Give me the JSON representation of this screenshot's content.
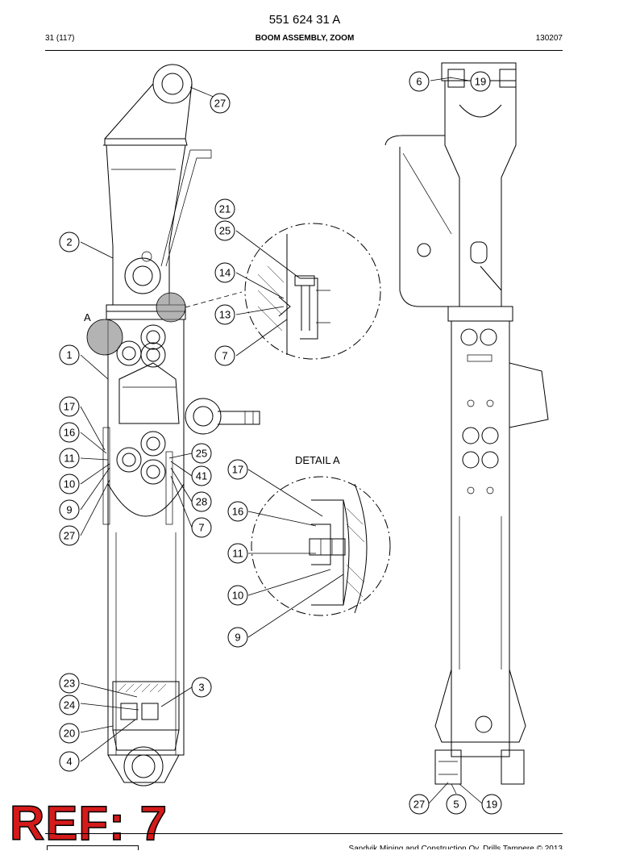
{
  "header": {
    "document_number": "551 624 31 A",
    "page_reference": "31 (117)",
    "title": "BOOM ASSEMBLY, ZOOM",
    "date_code": "130207"
  },
  "footer": {
    "text": "Sandvik Mining and Construction Oy, Drills Tampere © 2013"
  },
  "stamp": {
    "text": "REF: 7",
    "color": "#d41a1a"
  },
  "drawing": {
    "section_marker": "A",
    "detail_title": "DETAIL A",
    "callouts": [
      {
        "label": "27"
      },
      {
        "label": "2"
      },
      {
        "label": "1"
      },
      {
        "label": "17"
      },
      {
        "label": "16"
      },
      {
        "label": "11"
      },
      {
        "label": "10"
      },
      {
        "label": "9"
      },
      {
        "label": "27"
      },
      {
        "label": "25"
      },
      {
        "label": "41"
      },
      {
        "label": "28"
      },
      {
        "label": "7"
      },
      {
        "label": "21"
      },
      {
        "label": "25"
      },
      {
        "label": "14"
      },
      {
        "label": "13"
      },
      {
        "label": "7"
      },
      {
        "label": "17"
      },
      {
        "label": "16"
      },
      {
        "label": "11"
      },
      {
        "label": "10"
      },
      {
        "label": "9"
      },
      {
        "label": "23"
      },
      {
        "label": "24"
      },
      {
        "label": "3"
      },
      {
        "label": "20"
      },
      {
        "label": "4"
      },
      {
        "label": "6"
      },
      {
        "label": "19"
      },
      {
        "label": "27"
      },
      {
        "label": "5"
      },
      {
        "label": "19"
      }
    ]
  }
}
